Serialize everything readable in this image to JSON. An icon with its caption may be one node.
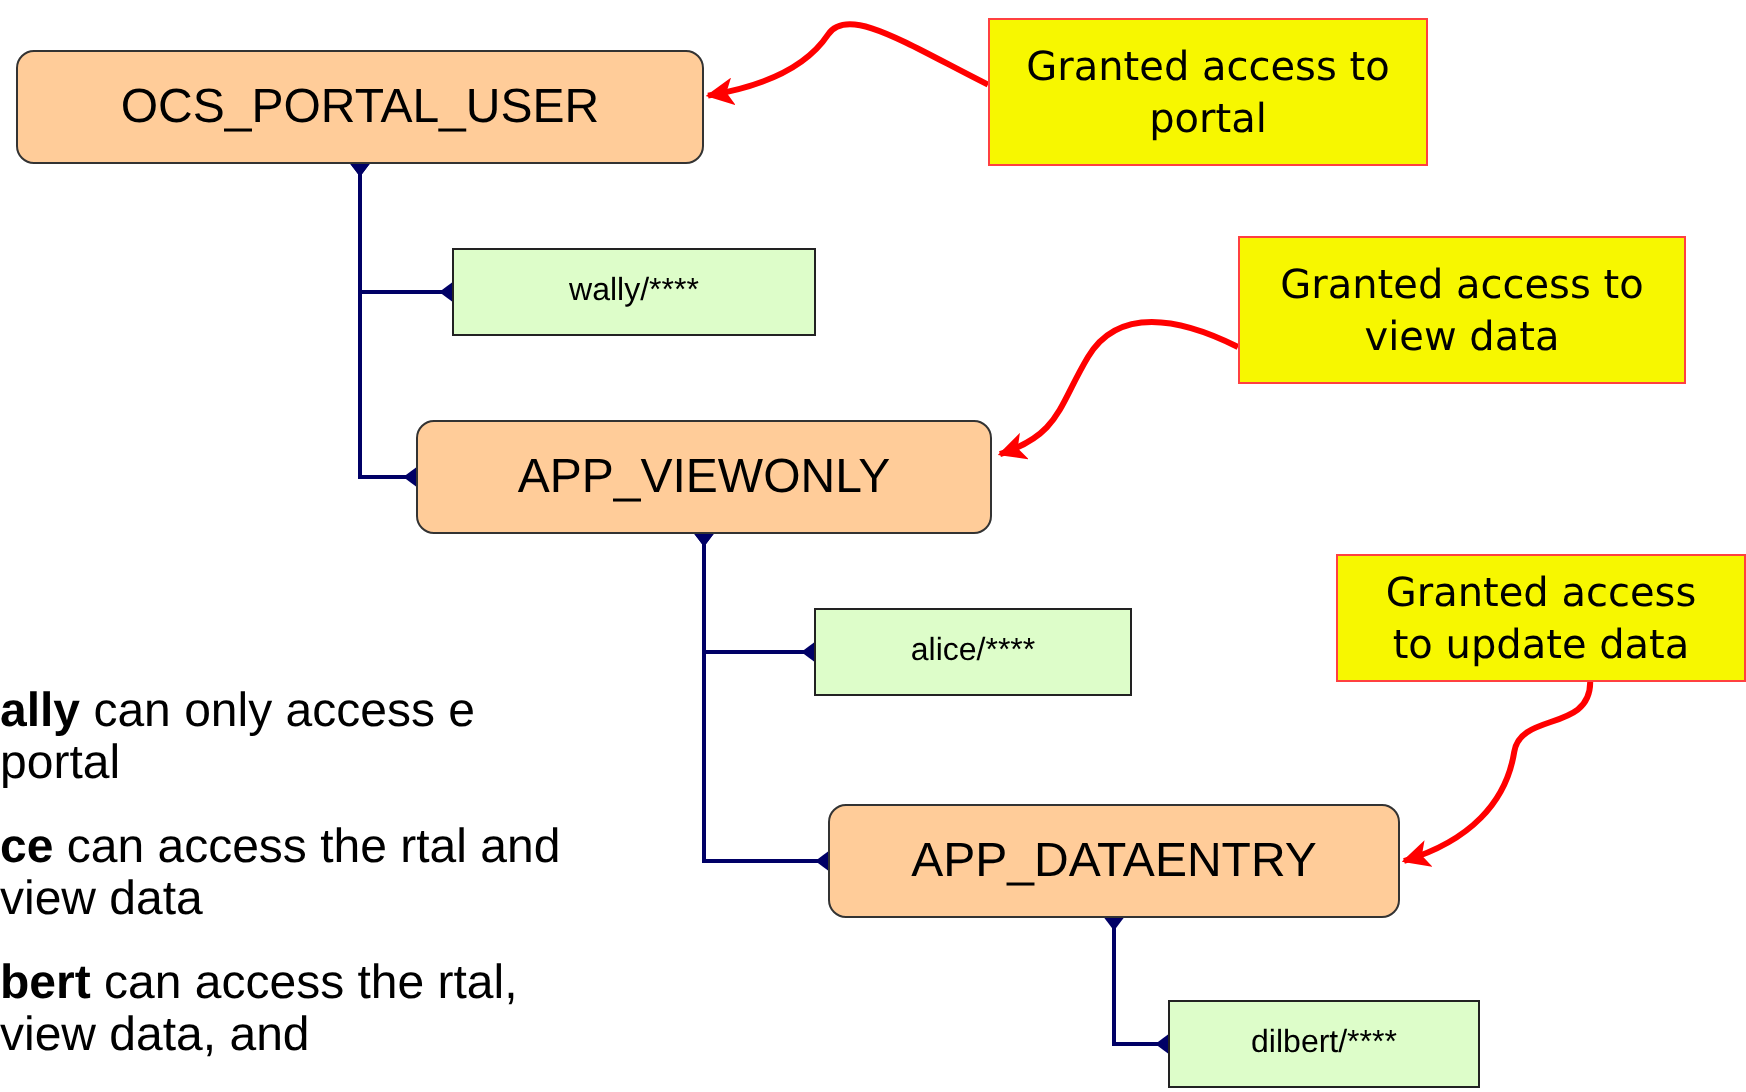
{
  "diagram": {
    "nodes": [
      {
        "text": [
          "OCS_PORTAL_USER"
        ]
      },
      {
        "text": [
          "Granted access to portal"
        ]
      },
      {
        "text": [
          "wally/****"
        ]
      },
      {
        "text": [
          "Granted access to view data"
        ]
      },
      {
        "text": [
          "APP_VIEWONLY"
        ]
      },
      {
        "text": [
          "Granted access to update data"
        ]
      },
      {
        "text": [
          "alice/****"
        ]
      },
      {
        "text": [
          "APP_DATAENTRY"
        ]
      },
      {
        "text": [
          "dilbert/****"
        ]
      }
    ],
    "edges": [
      {
        "from": 0,
        "to": 2,
        "arrow": "other"
      },
      {
        "from": 0,
        "to": 4,
        "arrow": "other"
      },
      {
        "from": 4,
        "to": 6,
        "arrow": "other"
      },
      {
        "from": 4,
        "to": 7,
        "arrow": "other"
      },
      {
        "from": 7,
        "to": 8,
        "arrow": "other"
      },
      {
        "from": 1,
        "to": 0,
        "arrow": "to",
        "color": "#ff0000"
      },
      {
        "from": 3,
        "to": 4,
        "arrow": "to",
        "color": "#ff0000"
      },
      {
        "from": 5,
        "to": 7,
        "arrow": "to",
        "color": "#ff0000"
      }
    ],
    "labels": [
      "**ally** can only access e portal",
      "**ce** can access the rtal and view data",
      "**bert** can access the rtal, view data, and"
    ]
  }
}
